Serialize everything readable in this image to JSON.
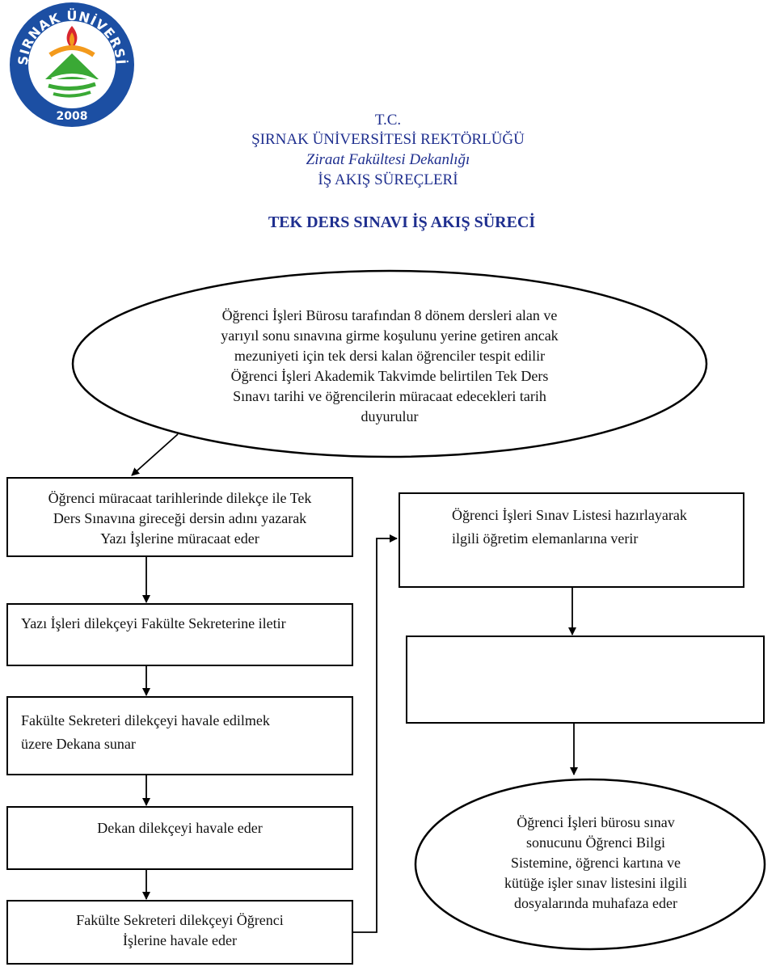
{
  "header": {
    "line1": "T.C.",
    "line2": "ŞIRNAK ÜNİVERSİTESİ REKTÖRLÜĞÜ",
    "line3": "Ziraat Fakültesi Dekanlığı",
    "line4": "İŞ AKIŞ SÜREÇLERİ"
  },
  "title": "TEK DERS SINAVI İŞ AKIŞ SÜRECİ",
  "logo": {
    "text": "T.C. ŞIRNAK ÜNİVERSİTESİ",
    "year": "2008",
    "colors": {
      "ring": "#1c4fa3",
      "green": "#3aa935",
      "orange": "#f39a1c",
      "red": "#d8262e"
    }
  },
  "flow": {
    "start": [
      "Öğrenci İşleri Bürosu tarafından 8 dönem dersleri alan ve",
      "yarıyıl sonu sınavına girme koşulunu yerine getiren ancak",
      "mezuniyeti için tek dersi kalan öğrenciler tespit edilir",
      "Öğrenci İşleri Akademik Takvimde belirtilen Tek Ders",
      "Sınavı tarihi ve öğrencilerin müracaat edecekleri tarih",
      "duyurulur"
    ],
    "step1": [
      "Öğrenci müracaat tarihlerinde dilekçe ile Tek",
      "Ders Sınavına gireceği dersin adını yazarak",
      "Yazı İşlerine müracaat eder"
    ],
    "step2": [
      "Yazı İşleri dilekçeyi Fakülte  Sekreterine iletir"
    ],
    "step3": [
      "Fakülte Sekreteri dilekçeyi havale edilmek",
      "üzere Dekana sunar"
    ],
    "step4": [
      "Dekan dilekçeyi havale eder"
    ],
    "step5": [
      "Fakülte  Sekreteri dilekçeyi Öğrenci",
      "İşlerine havale eder"
    ],
    "right1": [
      "Öğrenci İşleri Sınav Listesi hazırlayarak",
      "ilgili öğretim elemanlarına verir"
    ],
    "end": [
      "Öğrenci İşleri bürosu sınav",
      "sonucunu Öğrenci Bilgi",
      "Sistemine, öğrenci kartına ve",
      "kütüğe işler sınav listesini ilgili",
      "dosyalarında muhafaza eder"
    ]
  }
}
